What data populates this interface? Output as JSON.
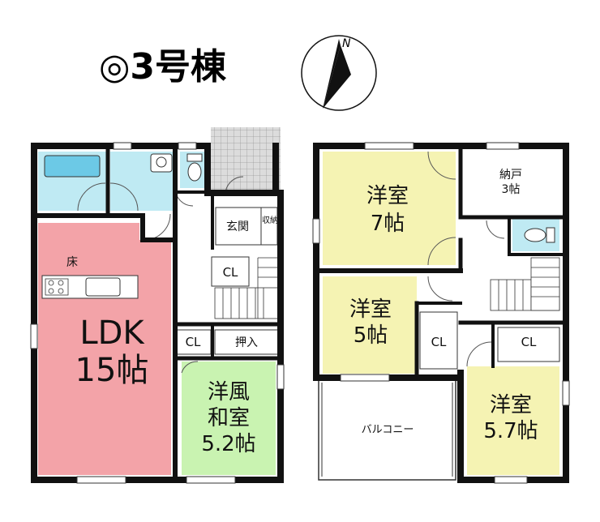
{
  "title": "◎3号棟",
  "compass": {
    "label": "N"
  },
  "colors": {
    "ldk": "#f3a3a8",
    "washitsu": "#c9f3b1",
    "bedroom": "#f5f3b3",
    "water": "#bfeaf3",
    "wall": "#111111",
    "tile": "#d9d9d9"
  },
  "floor1": {
    "ldk": {
      "name": "LDK",
      "size": "15帖"
    },
    "floor_label": "床",
    "genkan": "玄関",
    "shuno": "収納",
    "cl_stair": "CL",
    "cl_hall": "CL",
    "oshiire": "押入",
    "washitsu": {
      "line1": "洋風",
      "line2": "和室",
      "size": "5.2帖"
    }
  },
  "floor2": {
    "bedroom_a": {
      "name": "洋室",
      "size": "7帖"
    },
    "nando": {
      "name": "納戸",
      "size": "3帖"
    },
    "bedroom_b": {
      "name": "洋室",
      "size": "5帖"
    },
    "cl_b": "CL",
    "cl_c": "CL",
    "bedroom_c": {
      "name": "洋室",
      "size": "5.7帖"
    },
    "balcony": "バルコニー"
  }
}
